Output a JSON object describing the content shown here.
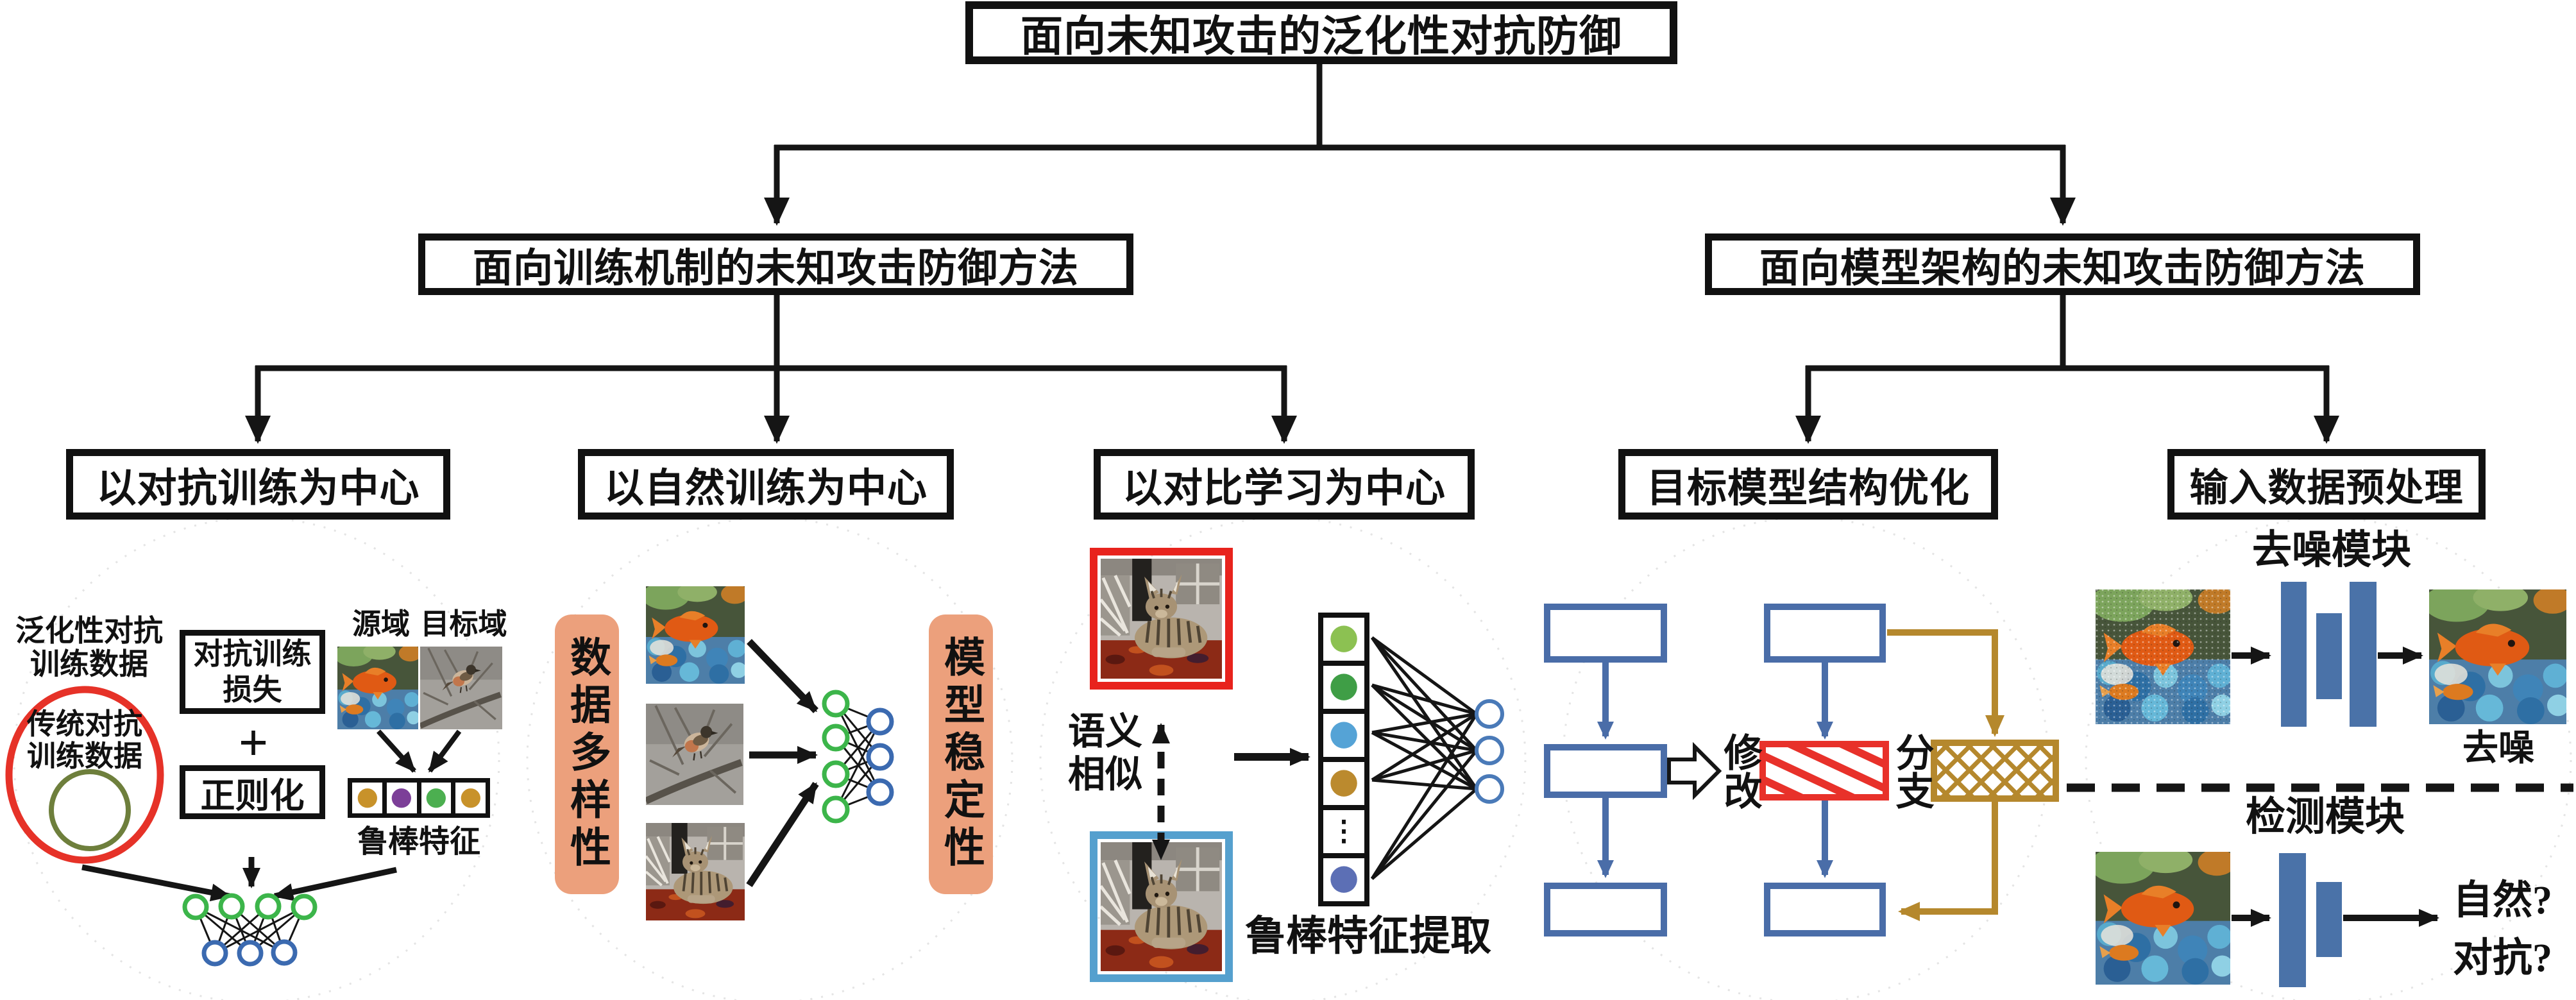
{
  "tree": {
    "root": "面向未知攻击的泛化性对抗防御",
    "branches": [
      "面向训练机制的未知攻击防御方法",
      "面向模型架构的未知攻击防御方法"
    ],
    "leaves": [
      "以对抗训练为中心",
      "以自然训练为中心",
      "以对比学习为中心",
      "目标模型结构优化",
      "输入数据预处理"
    ]
  },
  "s1": {
    "gen1": "泛化性对抗",
    "gen2": "训练数据",
    "trad1": "传统对抗",
    "trad2": "训练数据",
    "loss1": "对抗训练",
    "loss2": "损失",
    "plus": "+",
    "reg": "正则化",
    "source": "源域",
    "target": "目标域",
    "robust": "鲁棒特征"
  },
  "s2": {
    "left": "数据多样性",
    "right": "模型稳定性"
  },
  "s3": {
    "sem1": "语义",
    "sem2": "相似",
    "extract": "鲁棒特征提取",
    "dots": "⋮"
  },
  "s4": {
    "modify": "修改",
    "branch": "分支"
  },
  "s5": {
    "denoise_title": "去噪模块",
    "denoise": "去噪",
    "detect_title": "检测模块",
    "q_natural": "自然?",
    "q_adversarial": "对抗?"
  },
  "colors": {
    "line": "#151515",
    "flow_blue": "#4a6da8",
    "bar_blue": "#4a72a8",
    "gold": "#b5882d",
    "hatch_red": "#e8312a",
    "salmon": "#eca07c",
    "venn_red": "#e63228",
    "venn_green": "#6e7f3c",
    "node_green": "#3cb54a",
    "node_blue": "#3b6ab0",
    "out_circle_blue": "#4a7ab8",
    "cat_border_red": "#e8231d",
    "cat_border_blue": "#55a0ce",
    "dot_gold": "#c8922a",
    "dot_purple": "#7c3f98",
    "dot_green": "#4caf50",
    "feat_light_green": "#8cc152",
    "feat_green": "#3f9e46",
    "feat_blue": "#55a3d6",
    "feat_gold": "#bb8a2e",
    "feat_slate": "#5c6fb5"
  }
}
